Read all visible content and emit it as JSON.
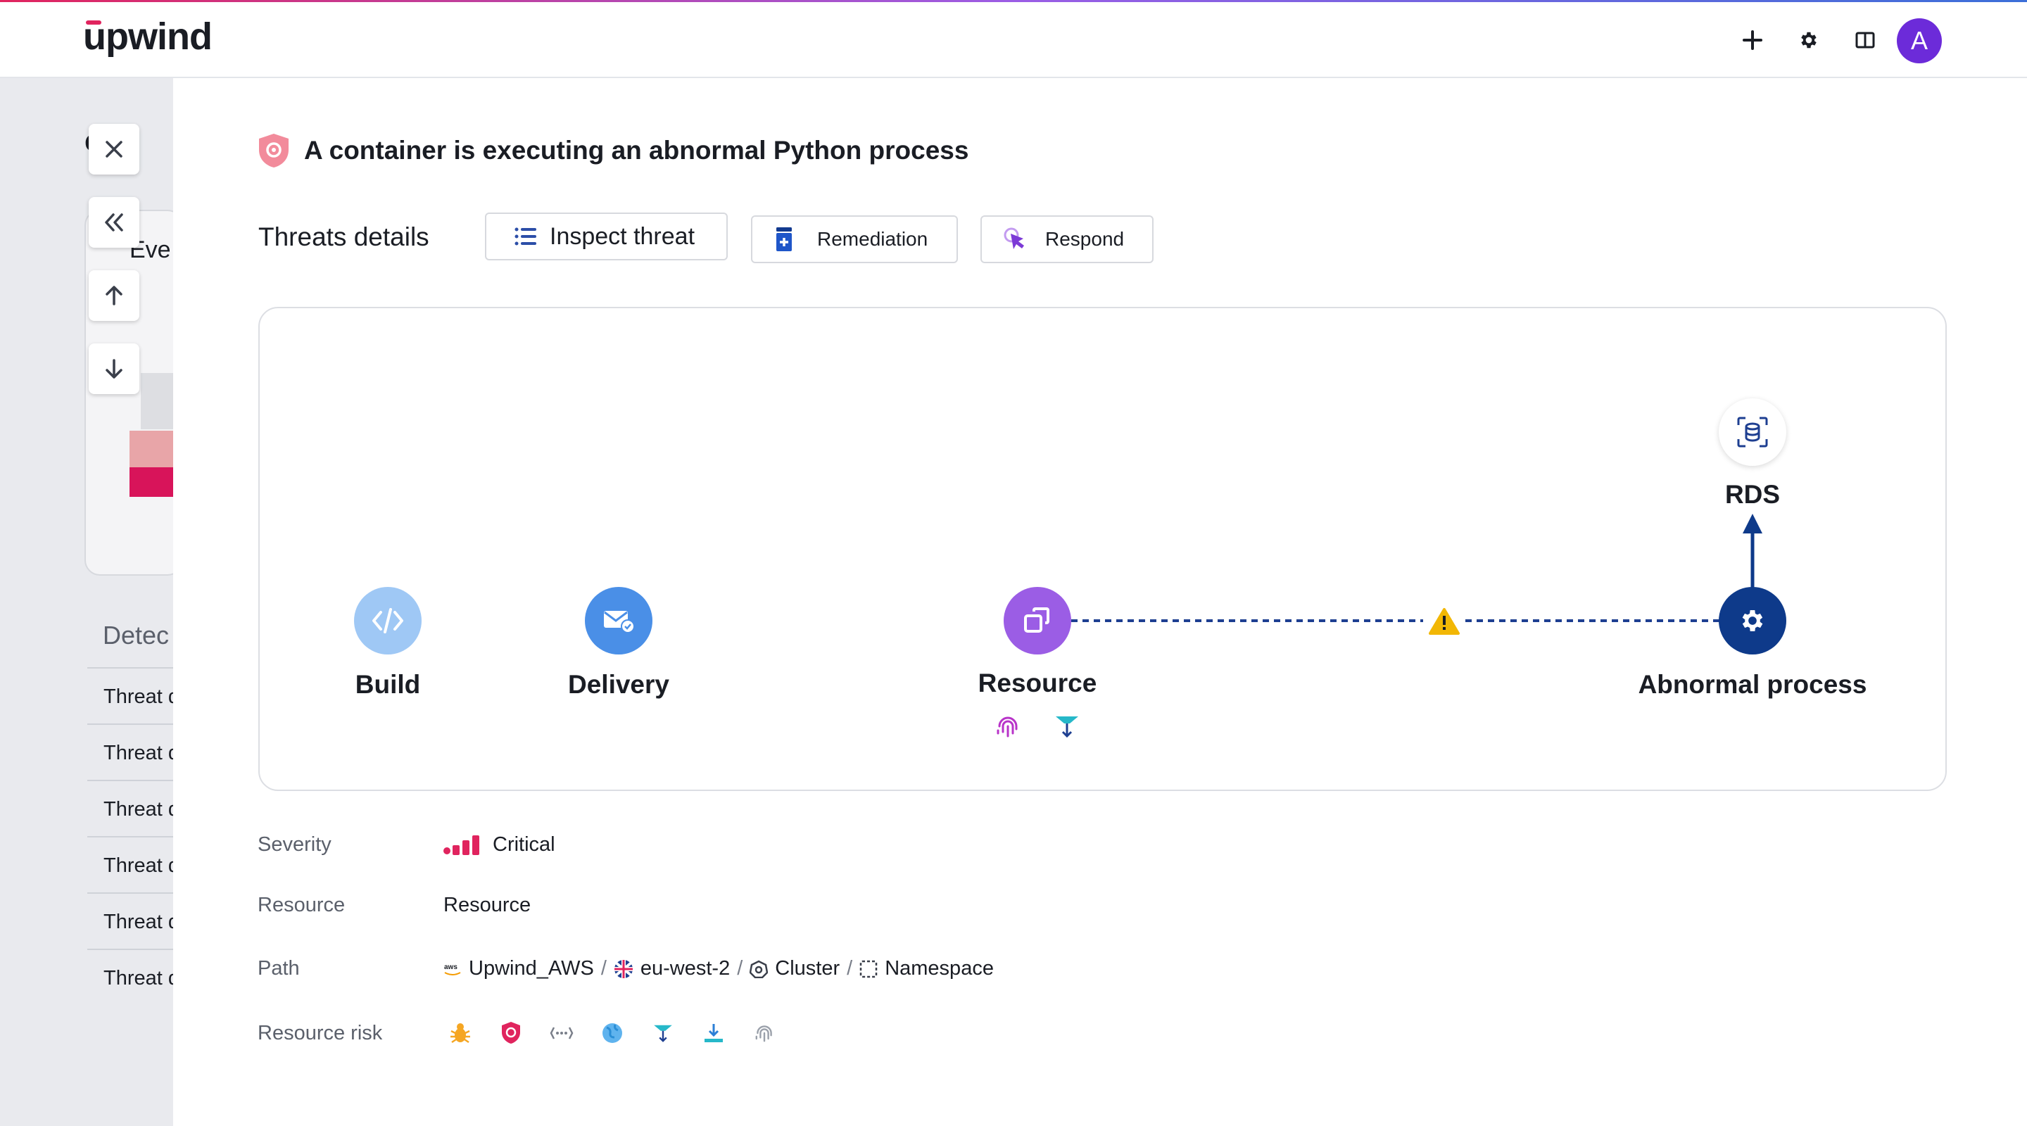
{
  "header": {
    "logo": "upwind",
    "avatar_initial": "A"
  },
  "background": {
    "page_title": "ea",
    "card_label": "Eve",
    "section_label": "Detec",
    "rows": [
      "Threat d",
      "Threat d",
      "Threat d",
      "Threat d",
      "Threat d",
      "Threat d"
    ]
  },
  "threat": {
    "title": "A container is executing an abnormal Python process"
  },
  "tabs": {
    "details_label": "Threats details",
    "inspect": "Inspect threat",
    "remediation": "Remediation",
    "respond": "Respond"
  },
  "flow": {
    "build": "Build",
    "delivery": "Delivery",
    "resource": "Resource",
    "abnormal": "Abnormal process",
    "rds": "RDS"
  },
  "details": {
    "severity_label": "Severity",
    "severity_value": "Critical",
    "resource_label": "Resource",
    "resource_value": "Resource",
    "path_label": "Path",
    "path": {
      "account": "Upwind_AWS",
      "region": "eu-west-2",
      "cluster": "Cluster",
      "namespace": "Namespace"
    },
    "risk_label": "Resource risk"
  },
  "colors": {
    "brand": "#6c2bd9",
    "critical": "#e0245e",
    "build_node": "#9fc8f5",
    "delivery_node": "#4a8fe7",
    "resource_node": "#9b5de5",
    "abnormal_node": "#0e3a8a"
  }
}
